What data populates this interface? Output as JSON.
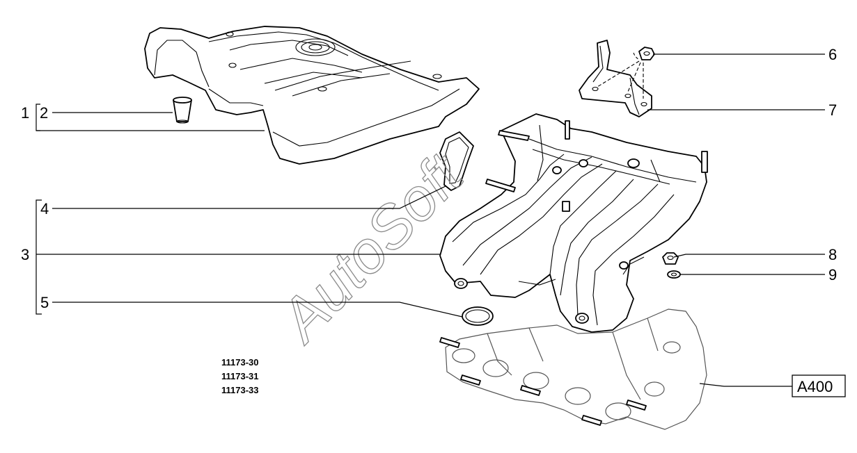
{
  "callouts": {
    "c1": "1",
    "c2": "2",
    "c3": "3",
    "c4": "4",
    "c5": "5",
    "c6": "6",
    "c7": "7",
    "c8": "8",
    "c9": "9"
  },
  "reference_box": "A400",
  "part_numbers": [
    "11173-30",
    "11173-31",
    "11173-33"
  ],
  "watermark": "AutoSoft",
  "colors": {
    "line": "#000000",
    "background": "#ffffff",
    "watermark": "#8a8a8a"
  }
}
